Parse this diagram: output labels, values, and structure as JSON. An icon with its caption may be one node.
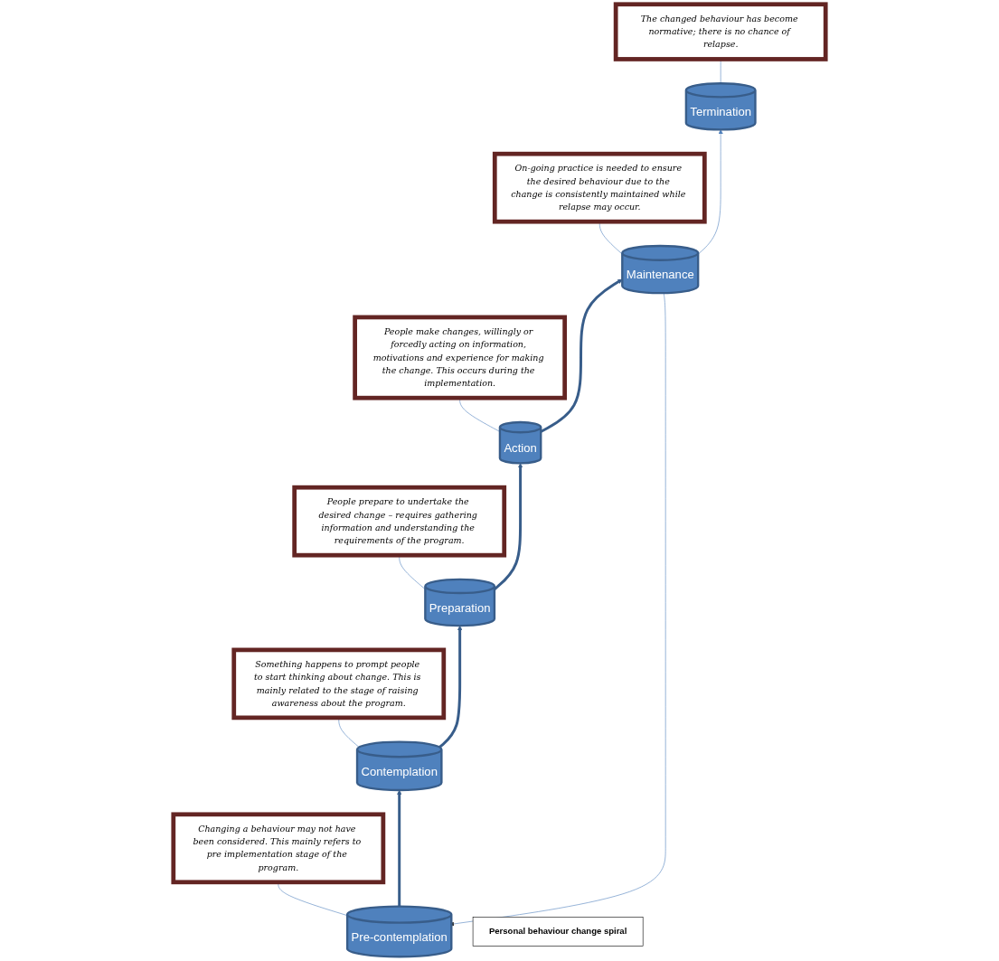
{
  "diagram": {
    "nodes": [
      {
        "text": [
          "Termination"
        ]
      },
      {
        "text": [
          "The changed behaviour has become normative; there is no chance of relapse."
        ]
      },
      {
        "text": [
          "Maintenance"
        ]
      },
      {
        "text": [
          "On-going practice is needed to ensure the desired behaviour due to the change is consistently maintained while relapse may occur."
        ]
      },
      {
        "text": [
          "Action"
        ]
      },
      {
        "text": [
          "People make changes, willingly or forcedly acting on information, motivations and experience for making the change. This occurs during the implementation."
        ]
      },
      {
        "text": [
          "Preparation"
        ]
      },
      {
        "text": [
          "People prepare to undertake the desired change – requires gathering information and understanding the requirements of the program."
        ]
      },
      {
        "text": [
          "Contemplation"
        ]
      },
      {
        "text": [
          "Something happens to prompt people to start thinking about change. This is mainly related to the stage of raising awareness about the program."
        ]
      },
      {
        "text": [
          "Pre-contemplation"
        ]
      },
      {
        "text": [
          "Changing a behaviour may not have been considered. This mainly refers to pre implementation stage of the program."
        ]
      },
      {
        "text": [
          "Personal behaviour change spiral"
        ]
      }
    ],
    "edges": [
      {
        "from": 0,
        "to": 1,
        "arrow": "none"
      },
      {
        "from": 2,
        "to": 0,
        "arrow": "to"
      },
      {
        "from": 2,
        "to": 3,
        "arrow": "none"
      },
      {
        "from": 4,
        "to": 2,
        "arrow": "to",
        "style": "thick"
      },
      {
        "from": 4,
        "to": 5,
        "arrow": "none"
      },
      {
        "from": 6,
        "to": 4,
        "arrow": "to",
        "style": "thick"
      },
      {
        "from": 6,
        "to": 7,
        "arrow": "none"
      },
      {
        "from": 8,
        "to": 6,
        "arrow": "to",
        "style": "thick"
      },
      {
        "from": 8,
        "to": 9,
        "arrow": "none"
      },
      {
        "from": 10,
        "to": 8,
        "arrow": "to",
        "style": "thick"
      },
      {
        "from": 10,
        "to": 11,
        "arrow": "none"
      },
      {
        "from": 2,
        "to": 10,
        "arrow": "to"
      }
    ]
  }
}
